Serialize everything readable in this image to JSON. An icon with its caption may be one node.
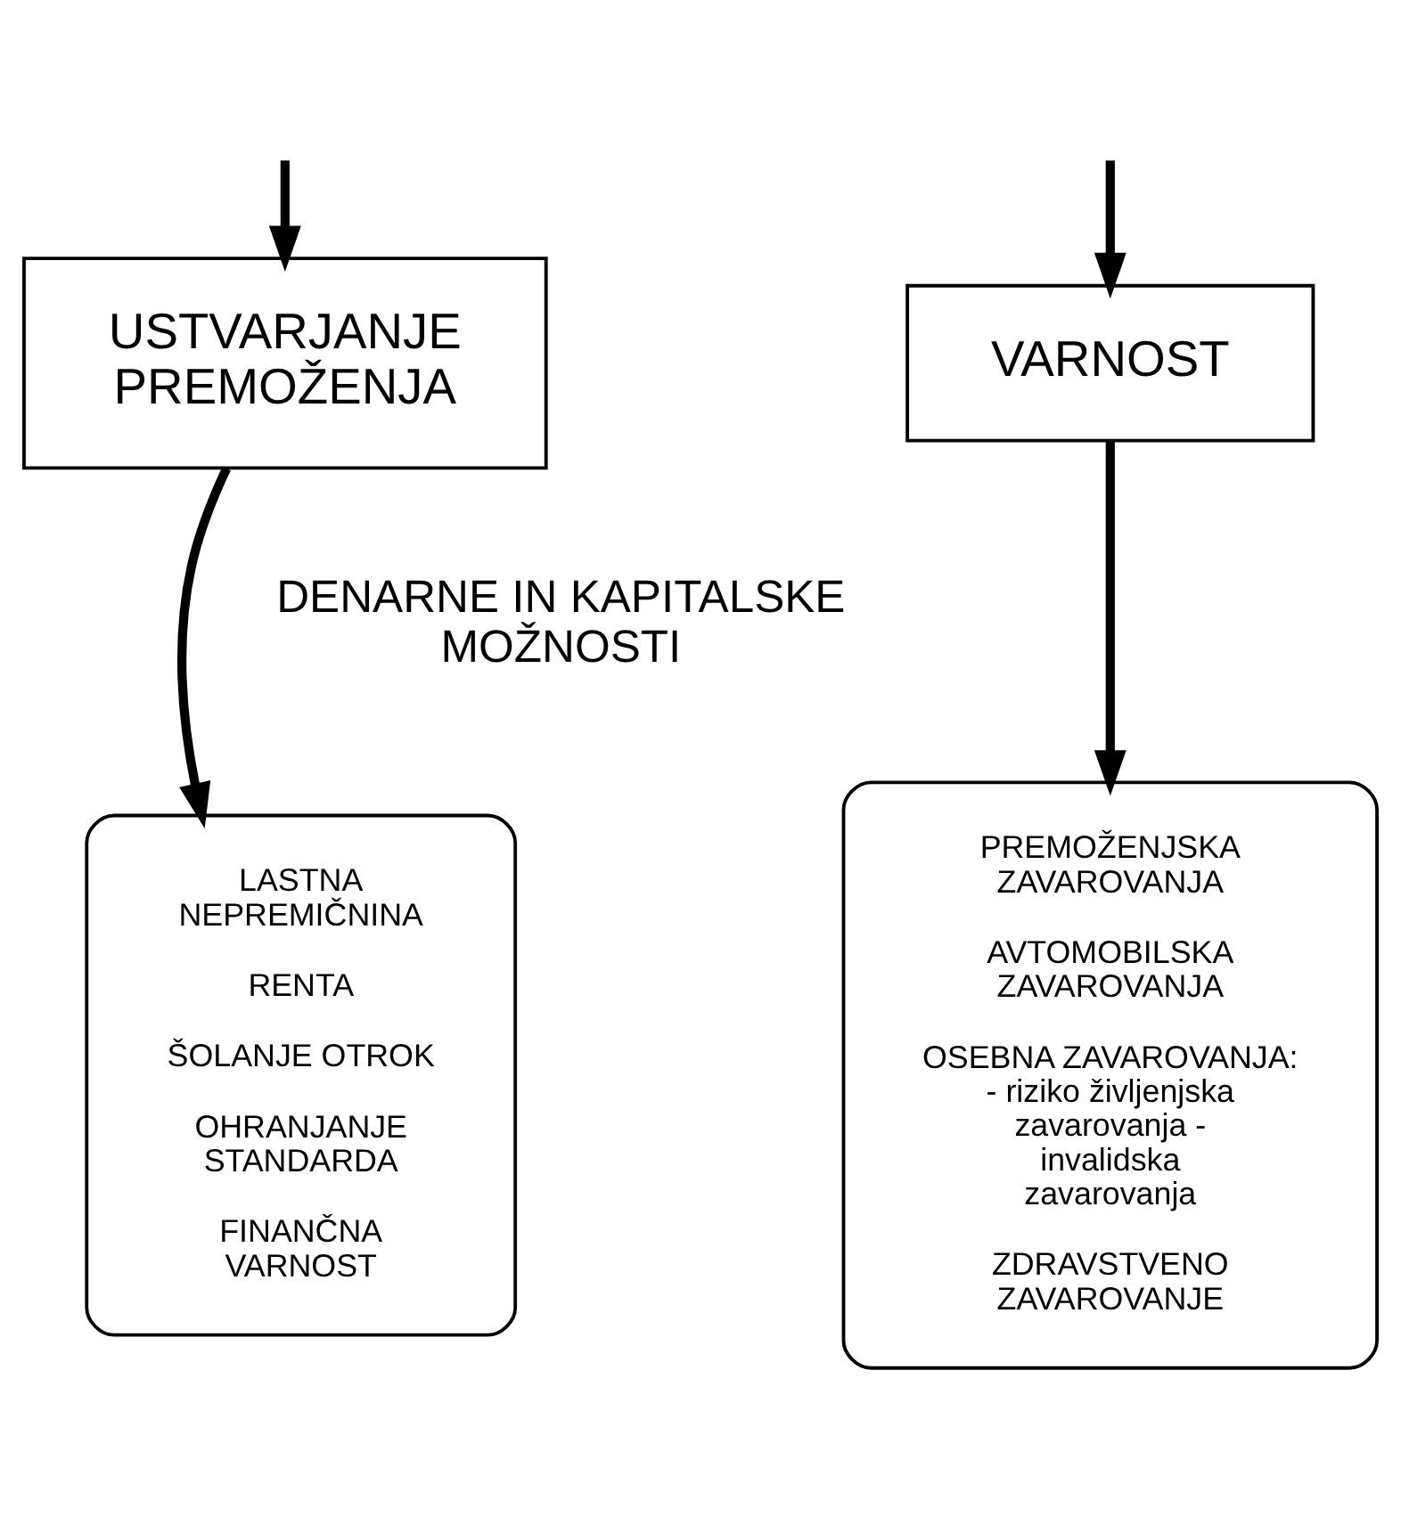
{
  "diagram": {
    "nodes": [
      {
        "text": [
          "USTVARJANJE PREMOŽENJA"
        ]
      },
      {
        "text": [
          "VARNOST"
        ]
      },
      {
        "text": [
          "LASTNA NEPREMIČNINA",
          "RENTA",
          "ŠOLANJE OTROK",
          "OHRANJANJE STANDARDA",
          "FINANČNA VARNOST"
        ]
      },
      {
        "text": [
          "PREMOŽENJSKA ZAVAROVANJA",
          "AVTOMOBILSKA ZAVAROVANJA",
          "OSEBNA ZAVAROVANJA: - riziko življenjska zavarovanja - invalidska zavarovanja",
          "ZDRAVSTVENO ZAVAROVANJE"
        ]
      }
    ],
    "edges": [
      {
        "from": null,
        "to": 0,
        "arrow": "to"
      },
      {
        "from": null,
        "to": 1,
        "arrow": "to"
      },
      {
        "from": 0,
        "to": 2,
        "arrow": "to"
      },
      {
        "from": 1,
        "to": 3,
        "arrow": "to"
      }
    ],
    "labels": [
      "DENARNE IN KAPITALSKE MOŽNOSTI"
    ]
  }
}
